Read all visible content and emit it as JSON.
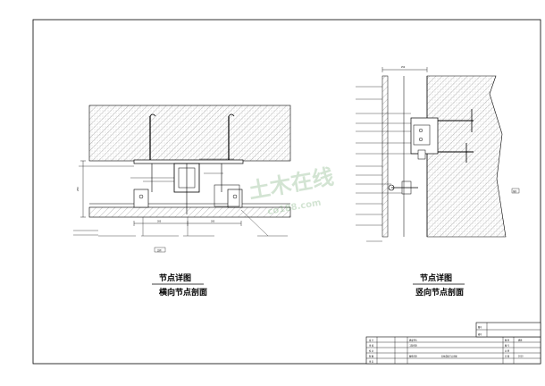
{
  "drawing": {
    "left_view": {
      "title": "节点详图",
      "subtitle": "横向节点剖面",
      "dim_total": "250",
      "dim_bottom": [
        "300",
        "300"
      ],
      "scale_tag": "比例"
    },
    "right_view": {
      "title": "节点详图",
      "subtitle": "竖向节点剖面",
      "dim_top": "250",
      "side_tag": "室外"
    },
    "watermark": {
      "text": "土木在线",
      "url": "co188.com"
    },
    "title_block": {
      "left_col": [
        "设 计",
        "审 核",
        "校 对",
        "制 图",
        "审 定"
      ],
      "mid_col": [
        "建设单位",
        "工程名称",
        "图纸名称"
      ],
      "drawing_name": "石材幕墙节点详图",
      "right_top": [
        "图号",
        "编号"
      ],
      "right_col": [
        "图 别",
        "图 号",
        "比 例",
        "日 期"
      ],
      "right_values": [
        "建施",
        "",
        "",
        "2010"
      ]
    }
  }
}
